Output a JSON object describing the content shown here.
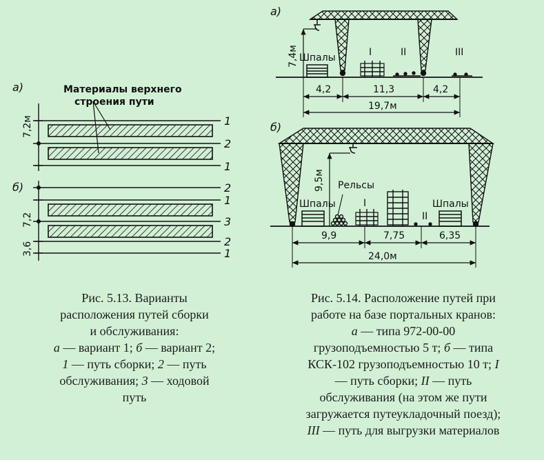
{
  "fig13": {
    "a": {
      "marker": "а)",
      "materials_label_1": "Материалы верхнего",
      "materials_label_2": "строения пути",
      "dim": "7,2м",
      "tracks": [
        "1",
        "2",
        "1"
      ]
    },
    "b": {
      "marker": "б)",
      "dim1": "7,2",
      "dim2": "3,6",
      "tracks": [
        "2",
        "1",
        "3",
        "2",
        "1"
      ]
    },
    "caption": {
      "l1": "Рис. 5.13. Варианты",
      "l2": "расположения путей сборки",
      "l3": "и обслуживания:",
      "l4a": "а",
      "l4b": " — вариант 1; ",
      "l4c": "б",
      "l4d": " — вариант 2;",
      "l5a": "1",
      "l5b": " — путь сборки; ",
      "l5c": "2",
      "l5d": " — путь",
      "l6a": "обслуживания; ",
      "l6b": "3",
      "l6c": " — ходовой",
      "l7": "путь"
    }
  },
  "fig14": {
    "a": {
      "marker": "а)",
      "height": "7,4м",
      "sleepers": "Шпалы",
      "roman": [
        "I",
        "II",
        "III"
      ],
      "dims": [
        "4,2",
        "11,3",
        "4,2"
      ],
      "total": "19,7м"
    },
    "b": {
      "marker": "б)",
      "height": "9,5м",
      "rails": "Рельсы",
      "sleepers_left": "Шпалы",
      "sleepers_right": "Шпалы",
      "roman": [
        "I",
        "II"
      ],
      "dims": [
        "9,9",
        "7,75",
        "6,35"
      ],
      "total": "24,0м"
    },
    "caption": {
      "l1": "Рис. 5.14. Расположение путей при",
      "l2": "работе на базе портальных кранов:",
      "l3a": "а",
      "l3b": " — типа 972-00-00",
      "l4a": "грузоподъемностью 5 т; ",
      "l4b": "б",
      "l4c": " — типа",
      "l5a": "КСК-102 грузоподъемностью 10 т; ",
      "l5b": "I",
      "l6a": "— путь сборки; ",
      "l6b": "II",
      "l6c": " — путь",
      "l7": "обслуживания (на этом же пути",
      "l8": "загружается путеукладочный поезд);",
      "l9a": "III",
      "l9b": " — путь для выгрузки материалов"
    }
  }
}
